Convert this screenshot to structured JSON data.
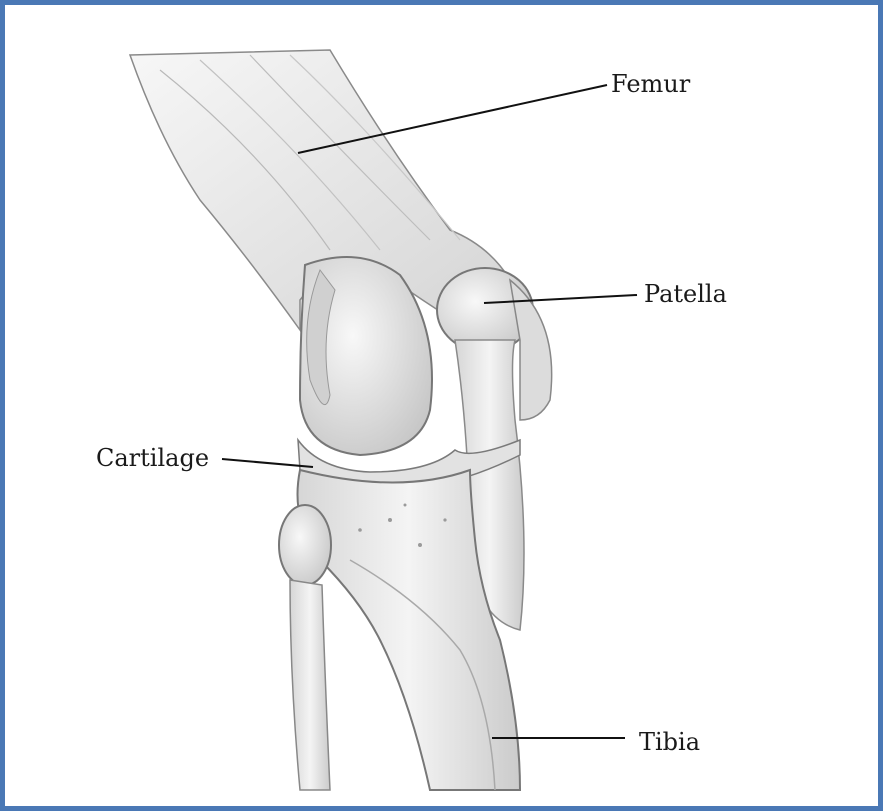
{
  "labels": {
    "femur": "Femur",
    "patella": "Patella",
    "cartilage": "Cartilage",
    "tibia": "Tibia"
  },
  "colors": {
    "frame_border": "#4a78b5",
    "bone_fill": "#ececec",
    "bone_shade": "#cfcfcf",
    "outline": "#6b6b6b",
    "leader_line": "#111111"
  }
}
